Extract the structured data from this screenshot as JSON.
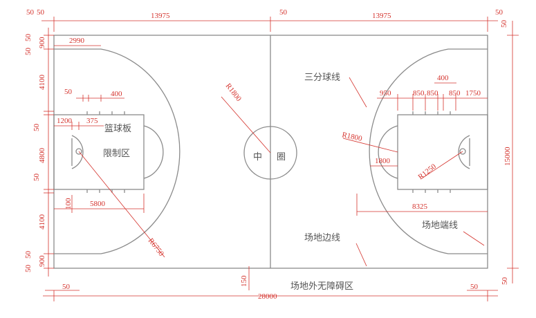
{
  "dimensions": {
    "top_left_50a": "50",
    "top_left_50b": "50",
    "half_length_left": "13975",
    "center_gap": "50",
    "half_length_right": "13975",
    "top_right_50": "50",
    "top_right_50_vertical": "50",
    "left_50_top": "50",
    "left_50_top2": "50",
    "left_900_top": "900",
    "corner_2990": "2990",
    "left_4100_top": "4100",
    "left_50_a": "50",
    "left_400": "400",
    "left_50_mid": "50",
    "left_1200": "1200",
    "left_375": "375",
    "left_4800": "4800",
    "left_50_low": "50",
    "left_100": "100",
    "left_5800": "5800",
    "left_4100_bottom": "4100",
    "left_50_bot": "50",
    "left_50_bot2": "50",
    "left_900_bot": "900",
    "r6750": "R6750",
    "r1800_center": "R1800",
    "right_400": "400",
    "right_950": "950",
    "right_850a": "850",
    "right_850b": "850",
    "right_850c": "850",
    "right_1750": "1750",
    "r1800_right": "R1800",
    "right_1800": "1800",
    "r1250": "R1250",
    "width_15000": "15000",
    "right_8325": "8325",
    "bottom_150": "150",
    "bottom_left_50": "50",
    "bottom_right_50": "50",
    "right_bottom_50": "50",
    "total_28000": "28000"
  },
  "labels": {
    "three_point_line": "三分球线",
    "backboard": "篮球板",
    "restricted_area": "限制区",
    "center_circle_a": "中",
    "center_circle_b": "圈",
    "sideline": "场地边线",
    "endline": "场地端线",
    "no_obstacle_zone": "场地外无障碍区"
  }
}
